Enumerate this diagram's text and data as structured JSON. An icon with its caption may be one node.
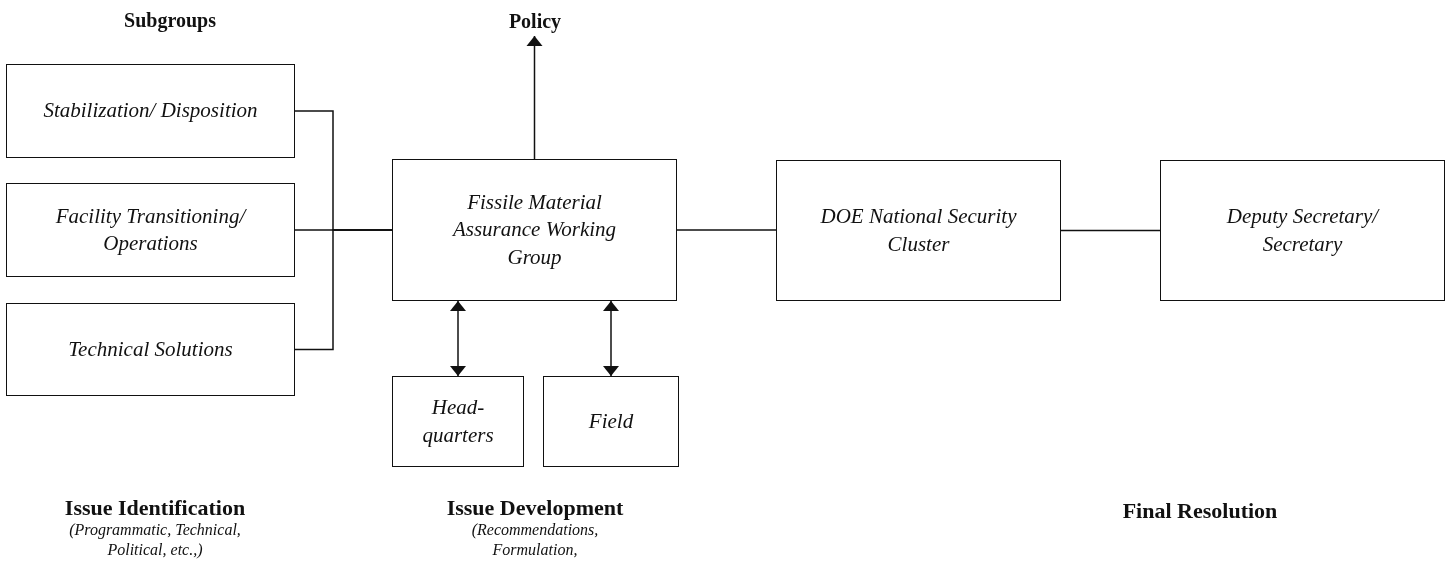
{
  "diagram": {
    "nodes": [
      {
        "text": [
          "Stabilization/ Disposition"
        ]
      },
      {
        "text": [
          "Facility Transitioning/ Operations"
        ]
      },
      {
        "text": [
          "Technical Solutions"
        ]
      },
      {
        "text": [
          "Fissile Material Assurance Working Group"
        ]
      },
      {
        "text": [
          "Policy"
        ]
      },
      {
        "text": [
          "DOE National Security Cluster"
        ]
      },
      {
        "text": [
          "Deputy Secretary/ Secretary"
        ]
      },
      {
        "text": [
          "Head- quarters"
        ]
      },
      {
        "text": [
          "Field"
        ]
      }
    ],
    "edges": [
      {
        "from": 0,
        "to": 3,
        "arrow": "none"
      },
      {
        "from": 1,
        "to": 3,
        "arrow": "none"
      },
      {
        "from": 2,
        "to": 3,
        "arrow": "none"
      },
      {
        "from": 3,
        "to": 4,
        "arrow": "to"
      },
      {
        "from": 3,
        "to": 5,
        "arrow": "none"
      },
      {
        "from": 5,
        "to": 6,
        "arrow": "none"
      },
      {
        "from": 3,
        "to": 7,
        "arrow": "both"
      },
      {
        "from": 3,
        "to": 8,
        "arrow": "both"
      }
    ],
    "labels": [
      "Subgroups",
      "Issue Identification",
      "(Programmatic, Technical, Political, etc.,)",
      "Issue Development",
      "(Recommendations, Formulation,",
      "Final Resolution"
    ]
  }
}
